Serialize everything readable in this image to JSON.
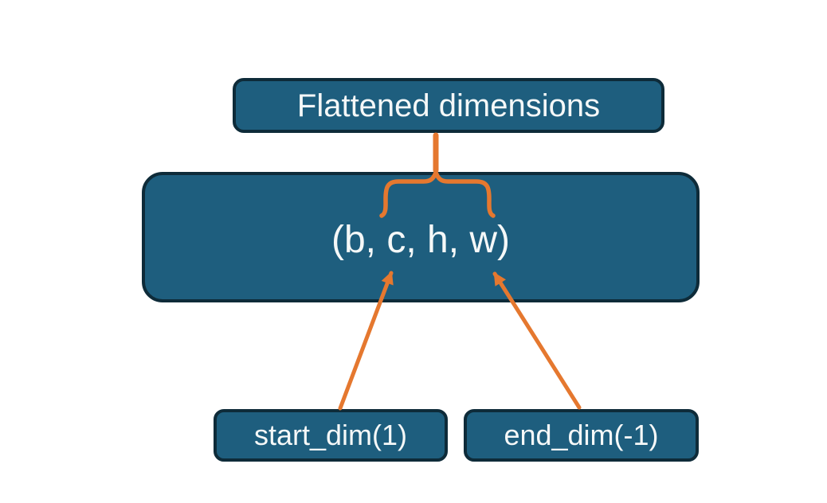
{
  "colors": {
    "background": "#ffffff",
    "node_fill": "#1e5e7e",
    "node_border": "#0e2b39",
    "accent": "#e5782f",
    "text": "#f5f8f8"
  },
  "diagram": {
    "top_label": "Flattened dimensions",
    "tensor_shape": "(b, c, h, w)",
    "start_dim_label": "start_dim(1)",
    "end_dim_label": "end_dim(-1)"
  }
}
